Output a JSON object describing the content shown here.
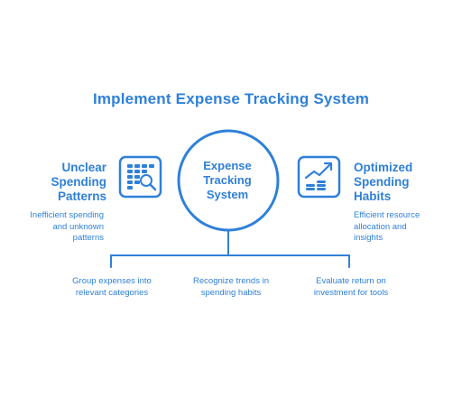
{
  "title": "Implement Expense Tracking System",
  "center": {
    "lines": [
      "Expense",
      "Tracking",
      "System"
    ]
  },
  "left": {
    "heading_lines": [
      "Unclear",
      "Spending",
      "Patterns"
    ],
    "description_lines": [
      "Inefficient spending",
      "and unknown",
      "patterns"
    ],
    "icon": "spreadsheet-magnifier-icon"
  },
  "right": {
    "heading_lines": [
      "Optimized",
      "Spending",
      "Habits"
    ],
    "description_lines": [
      "Efficient resource",
      "allocation and",
      "insights"
    ],
    "icon": "coins-growth-chart-icon"
  },
  "branches": [
    {
      "lines": [
        "Group expenses into",
        "relevant categories"
      ]
    },
    {
      "lines": [
        "Recognize trends in",
        "spending habits"
      ]
    },
    {
      "lines": [
        "Evaluate return on",
        "investment for tools"
      ]
    }
  ],
  "colors": {
    "accent": "#2f80d9",
    "background": "#ffffff"
  }
}
